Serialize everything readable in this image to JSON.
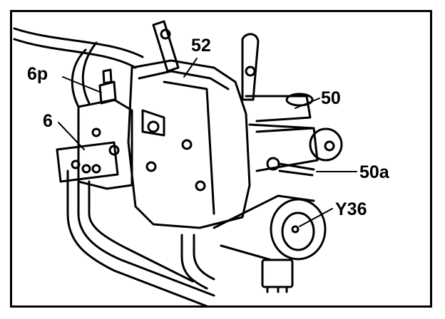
{
  "diagram": {
    "callouts": {
      "label_6p": "6p",
      "label_6": "6",
      "label_52": "52",
      "label_50": "50",
      "label_50a": "50a",
      "label_Y36": "Y36"
    }
  },
  "colors": {
    "ink": "#000000",
    "paper": "#ffffff"
  }
}
